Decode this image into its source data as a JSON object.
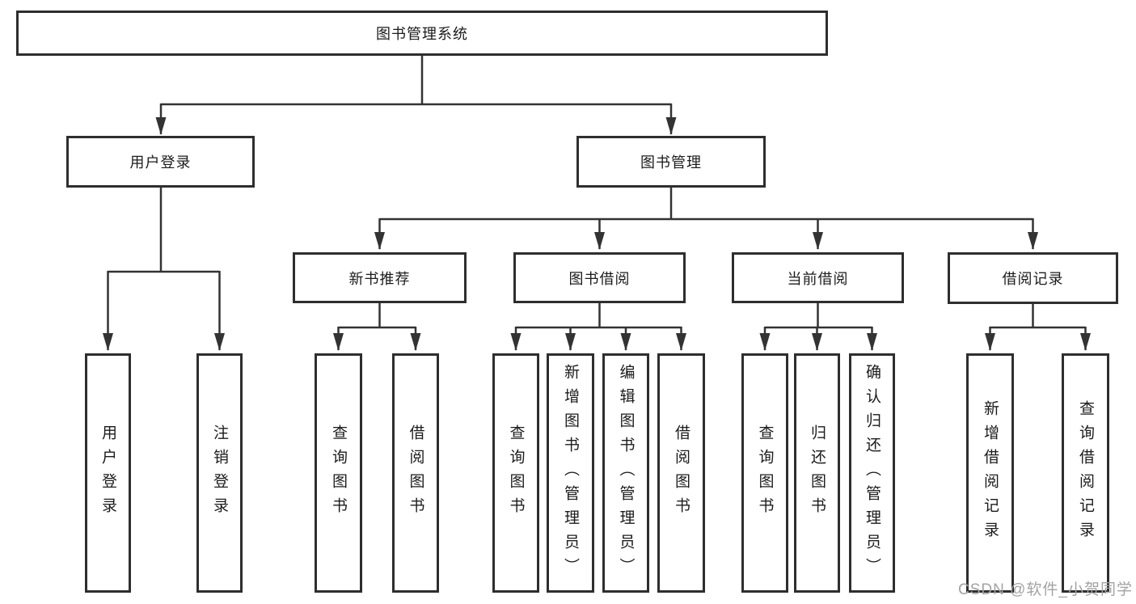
{
  "title_node": {
    "label": "图书管理系统"
  },
  "level2": [
    {
      "label": "用户登录"
    },
    {
      "label": "图书管理"
    }
  ],
  "level3": [
    {
      "label": "新书推荐"
    },
    {
      "label": "图书借阅"
    },
    {
      "label": "当前借阅"
    },
    {
      "label": "借阅记录"
    }
  ],
  "leaves": [
    {
      "label": "用户登录"
    },
    {
      "label": "注销登录"
    },
    {
      "label": "查询图书"
    },
    {
      "label": "借阅图书"
    },
    {
      "label": "查询图书"
    },
    {
      "label": "新增图书（管理员）"
    },
    {
      "label": "编辑图书（管理员）"
    },
    {
      "label": "借阅图书"
    },
    {
      "label": "查询图书"
    },
    {
      "label": "归还图书"
    },
    {
      "label": "确认归还（管理员）"
    },
    {
      "label": "新增借阅记录"
    },
    {
      "label": "查询借阅记录"
    }
  ],
  "watermark": {
    "text": "CSDN @软件_小贺同学"
  },
  "colors": {
    "line": "#333333",
    "box_border": "#2e2e2e",
    "text": "#1b1b1b",
    "watermark": "#a3a3a3",
    "background": "#ffffff"
  }
}
